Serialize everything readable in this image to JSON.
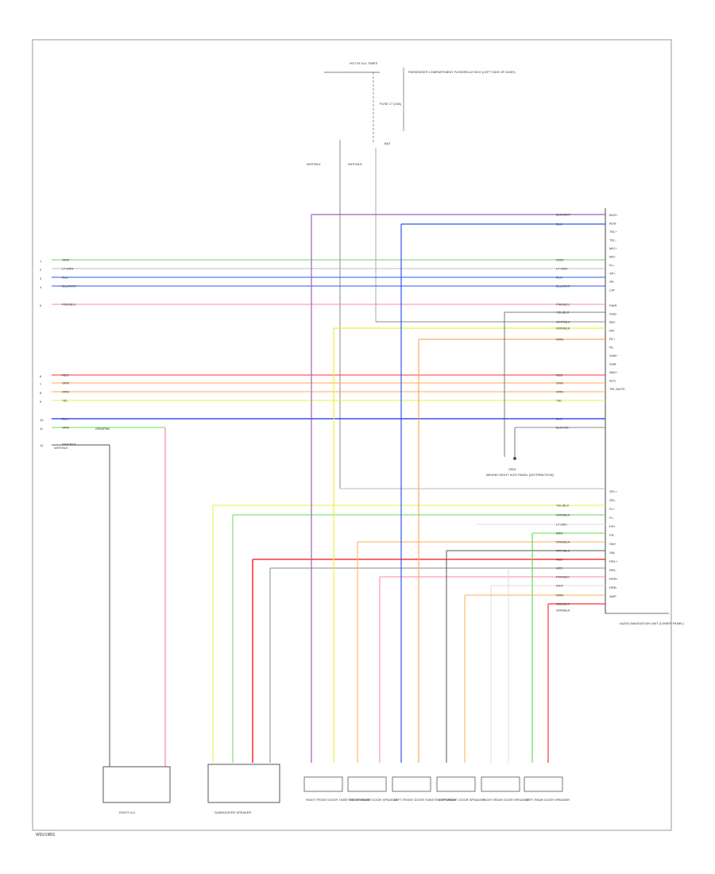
{
  "frame_code": "W91/19BS",
  "fuse_block": {
    "label": "HOT AT ALL TIMES",
    "box_label": "PASSENGER COMPARTMENT FUSE/RELAY BOX (LEFT SIDE OF DASH)",
    "fuse": "FUSE 17 (15A)",
    "connector": "BAT"
  },
  "unit": {
    "label": "AUDIO-NAVIGATION UNIT (LOWER PANEL)",
    "top_pins": [
      "BUS+",
      "BUS-",
      "TEL+",
      "TEL-",
      "MIC+",
      "MIC-",
      "ILL-",
      "SP+",
      "SP-",
      "LAT"
    ],
    "mid_pins": [
      "PWR",
      "GND",
      "RR+",
      "RR-",
      "RL+",
      "RL-",
      "SUB+",
      "SUB-",
      "NAV+",
      "ACC",
      "TEL MUTE"
    ],
    "bottom_pins": [
      "SFL+",
      "SFL-",
      "FL+",
      "FL-",
      "FR+",
      "FR-",
      "SW+",
      "SW-",
      "RRL+",
      "RRL-",
      "RRR+",
      "RRR-",
      "AMP"
    ]
  },
  "left_wires": [
    {
      "num": "1",
      "label": "GRN"
    },
    {
      "num": "2",
      "label": "LT GRN"
    },
    {
      "num": "3",
      "label": "BLU"
    },
    {
      "num": "4",
      "label": "BLU/WHT"
    },
    {
      "num": "5",
      "label": "PNK/BLU"
    },
    {
      "num": "6",
      "label": "RED"
    },
    {
      "num": "7",
      "label": "ORN"
    },
    {
      "num": "8",
      "label": "ORN"
    },
    {
      "num": "9",
      "label": "YEL"
    },
    {
      "num": "10",
      "label": "BLU"
    },
    {
      "num": "11",
      "label": "GRN"
    },
    {
      "num": "12",
      "label": "WHT/BLK"
    }
  ],
  "right_wires": [
    {
      "label": "BLK/WHT"
    },
    {
      "label": "BLU"
    },
    {
      "label": "GRN"
    },
    {
      "label": "LT GRN"
    },
    {
      "label": "BLU"
    },
    {
      "label": "BLU/WHT"
    },
    {
      "label": "PNK/BLU"
    },
    {
      "label": "YEL/BLK"
    },
    {
      "label": "WHT/BLK"
    },
    {
      "label": "GRN/BLK"
    },
    {
      "label": "ORN"
    },
    {
      "label": "RED"
    },
    {
      "label": "ORN"
    },
    {
      "label": "ORN"
    },
    {
      "label": "YEL"
    },
    {
      "label": "BLU"
    },
    {
      "label": "BLK/YEL"
    },
    {
      "label": "YEL/BLK"
    },
    {
      "label": "GRN/BLK"
    },
    {
      "label": "LT GRY"
    },
    {
      "label": "BRN"
    },
    {
      "label": "ORN/BLK"
    },
    {
      "label": "GRY/BLK"
    },
    {
      "label": "RED"
    },
    {
      "label": "GRY"
    },
    {
      "label": "PNK/BLK"
    },
    {
      "label": "WHT"
    },
    {
      "label": "ORN"
    },
    {
      "label": "RED/BLK"
    },
    {
      "label": "ORN/BLK"
    }
  ],
  "ground": {
    "id": "G502",
    "label": "BEHIND RIGHT KICK PANEL (DISTRIBUTION)"
  },
  "ilu_label": "GRN/PNK",
  "wht_blk": "WHT/BLK",
  "components": [
    {
      "label": "RIGHT ILU"
    },
    {
      "label": "SUBWOOFER SPEAKER"
    },
    {
      "label": "RIGHT FRONT DOOR TWEETER SPEAKER"
    },
    {
      "label": "RIGHT FRONT DOOR SPEAKER"
    },
    {
      "label": "LEFT FRONT DOOR TWEETER SPEAKER"
    },
    {
      "label": "LEFT FRONT DOOR SPEAKER"
    },
    {
      "label": "RIGHT REAR DOOR SPEAKER"
    },
    {
      "label": "LEFT REAR DOOR SPEAKER"
    }
  ],
  "colors": {
    "frame": "#9a9a9a",
    "violet": "#9b5fc0",
    "blue": "#3355ee",
    "green": "#66dd55",
    "pink": "#ff8899",
    "red": "#ff3333",
    "orange": "#ffaa55",
    "yellow": "#eeee44",
    "gray": "#888888",
    "black": "#333333"
  }
}
